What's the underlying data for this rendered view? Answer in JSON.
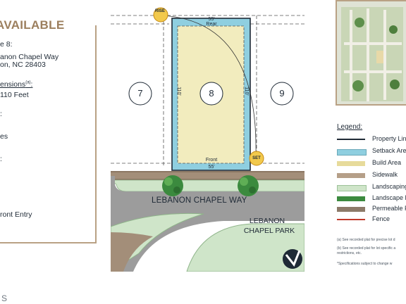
{
  "left_panel": {
    "title": "AVAILABLE",
    "lines": [
      "e 8:",
      "anon Chapel Way",
      "on, NC 28403",
      "ensions",
      "110 Feet",
      ":",
      "es",
      ":",
      "",
      "ront Entry"
    ],
    "dimensions_superscript": "(a)"
  },
  "plan": {
    "lots": {
      "left": "7",
      "center": "8",
      "right": "9"
    },
    "dims": {
      "rear": "55'",
      "rear_label": "Rear",
      "front": "55'",
      "front_label": "Front",
      "depth_left": "110'",
      "depth_right": "110'"
    },
    "sun": {
      "rise": "RISE",
      "set": "SET"
    },
    "streets": {
      "way": "LEBANON CHAPEL WAY",
      "park_line1": "LEBANON",
      "park_line2": "CHAPEL PARK"
    },
    "colors": {
      "setback": "#8fcfe0",
      "build": "#f2ecbe",
      "sidewalk": "#9e8a76",
      "landscaping": "#cfe5c9",
      "road": "#9c9c9c"
    }
  },
  "legend": {
    "title": "Legend:",
    "items": [
      {
        "label": "Property Line",
        "color": "#1f2a36",
        "kind": "line"
      },
      {
        "label": "Setback Area",
        "color": "#8fcfe0",
        "kind": "fill"
      },
      {
        "label": "Build Area",
        "color": "#e7db9b",
        "kind": "fill"
      },
      {
        "label": "Sidewalk",
        "color": "#b59f88",
        "kind": "fill"
      },
      {
        "label": "Landscaping",
        "color": "#cfe5c9",
        "kind": "fill"
      },
      {
        "label": "Landscape Bu",
        "color": "#3b8a3e",
        "kind": "fill"
      },
      {
        "label": "Permeable Pa",
        "color": "#8c7a69",
        "kind": "fill"
      },
      {
        "label": "Fence",
        "color": "#c0392b",
        "kind": "line"
      }
    ],
    "footnotes": [
      "(a) See recorded plat for precise lot d",
      "(b) See recorded plat for lot specific a",
      "restrictions, etc.",
      "*Specifications subject to change w"
    ]
  },
  "brand": "S"
}
